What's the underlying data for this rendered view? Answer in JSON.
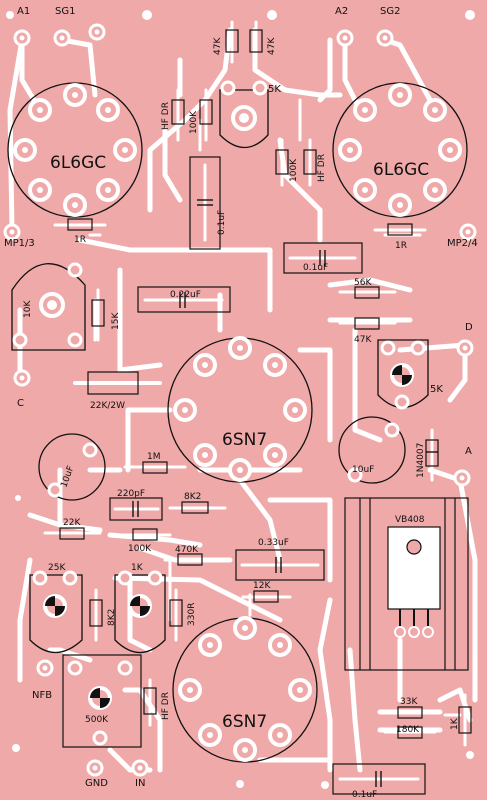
{
  "colors": {
    "board": "#f0a9a9",
    "copper": "#ffffff",
    "silkscreen": "#111111"
  },
  "tubes": {
    "left_power": "6L6GC",
    "right_power": "6L6GC",
    "driver_top": "6SN7",
    "driver_bottom": "6SN7"
  },
  "terminals": {
    "a1": "A1",
    "sg1": "SG1",
    "a2": "A2",
    "sg2": "SG2",
    "mp13": "MP1/3",
    "mp24": "MP2/4",
    "c": "C",
    "d": "D",
    "a": "A",
    "nfb": "NFB",
    "gnd": "GND",
    "in": "IN"
  },
  "components": {
    "r_47k_a": "47K",
    "r_47k_b": "47K",
    "trim_5k_top": "5K",
    "r_100k_left": "100K",
    "r_100k_right": "100K",
    "r_hfdr_left": "HF DR",
    "r_hfdr_right": "HF DR",
    "cap_01uf_vert": "0.1uF",
    "r_1r_left": "1R",
    "r_1r_right": "1R",
    "cap_01uf_mid": "0.1uF",
    "trim_10k": "10K",
    "r_15k": "15K",
    "cap_022uf": "0.22uF",
    "r_56k": "56K",
    "r_47k_c": "47K",
    "trim_5k_right": "5K",
    "r_22k2w": "22K/2W",
    "elco_10uf_left": "10uF",
    "r_1m": "1M",
    "elco_10uf_right": "10uF",
    "diode": "1N4007",
    "cap_220pf": "220pF",
    "r_8k2_top": "8K2",
    "r_22k": "22K",
    "r_100k_low": "100K",
    "r_470k": "470K",
    "cap_033uf": "0.33uF",
    "regulator": "VB408",
    "trim_25k": "25K",
    "trim_1k": "1K",
    "r_8k2_vert": "8K2",
    "r_330r": "330R",
    "r_12k": "12K",
    "trim_500k": "500K",
    "r_hfdr_low": "HF DR",
    "r_33k": "33K",
    "r_180k": "180K",
    "r_1k": "1K",
    "cap_01uf_bottom": "0.1uF"
  }
}
